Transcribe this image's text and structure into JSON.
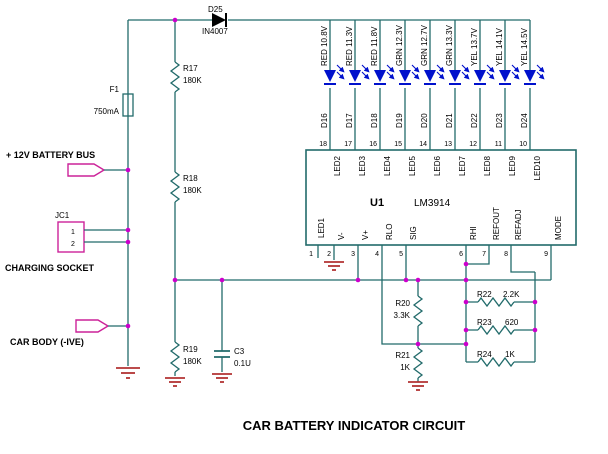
{
  "title": "CAR BATTERY INDICATOR CIRCUIT",
  "colors": {
    "wire": "#226b6b",
    "component": "#226b6b",
    "ground": "#b23333",
    "junction": "#cc00cc",
    "led": "#0011cc",
    "connector": "#cc2299"
  },
  "supply": {
    "diode_ref": "D25",
    "diode_part": "IN4007",
    "fuse_ref": "F1",
    "fuse_value": "750mA",
    "battery_label": "+ 12V BATTERY BUS",
    "socket_ref": "JC1",
    "socket_pin1": "1",
    "socket_pin2": "2",
    "socket_label": "CHARGING SOCKET",
    "car_body_label": "CAR BODY (-IVE)"
  },
  "ic": {
    "ref": "U1",
    "part": "LM3914",
    "led1_name": "LED1",
    "led1_pin": "1",
    "top_pins": [
      {
        "name": "LED2",
        "number": "18"
      },
      {
        "name": "LED3",
        "number": "17"
      },
      {
        "name": "LED4",
        "number": "16"
      },
      {
        "name": "LED5",
        "number": "15"
      },
      {
        "name": "LED6",
        "number": "14"
      },
      {
        "name": "LED7",
        "number": "13"
      },
      {
        "name": "LED8",
        "number": "12"
      },
      {
        "name": "LED9",
        "number": "11"
      },
      {
        "name": "LED10",
        "number": "10"
      }
    ],
    "bottom_pins": [
      {
        "name": "V-",
        "number": "2"
      },
      {
        "name": "V+",
        "number": "3"
      },
      {
        "name": "RLO",
        "number": "4"
      },
      {
        "name": "SIG",
        "number": "5"
      },
      {
        "name": "RHI",
        "number": "6"
      },
      {
        "name": "REFOUT",
        "number": "7"
      },
      {
        "name": "REFADJ",
        "number": "8"
      },
      {
        "name": "MODE",
        "number": "9"
      }
    ]
  },
  "leds": [
    {
      "ref": "D16",
      "label": "RED 10.8V"
    },
    {
      "ref": "D17",
      "label": "RED 11.3V"
    },
    {
      "ref": "D18",
      "label": "RED 11.8V"
    },
    {
      "ref": "D19",
      "label": "GRN 12.3V"
    },
    {
      "ref": "D20",
      "label": "GRN 12.7V"
    },
    {
      "ref": "D21",
      "label": "GRN 13.3V"
    },
    {
      "ref": "D22",
      "label": "YEL 13.7V"
    },
    {
      "ref": "D23",
      "label": "YEL 14.1V"
    },
    {
      "ref": "D24",
      "label": "YEL 14.5V"
    }
  ],
  "resistors": {
    "r17": {
      "ref": "R17",
      "value": "180K"
    },
    "r18": {
      "ref": "R18",
      "value": "180K"
    },
    "r19": {
      "ref": "R19",
      "value": "180K"
    },
    "r20": {
      "ref": "R20",
      "value": "3.3K"
    },
    "r21": {
      "ref": "R21",
      "value": "1K"
    },
    "r22": {
      "ref": "R22",
      "value": "2.2K"
    },
    "r23": {
      "ref": "R23",
      "value": "620"
    },
    "r24": {
      "ref": "R24",
      "value": "1K"
    }
  },
  "capacitor": {
    "ref": "C3",
    "value": "0.1U"
  }
}
